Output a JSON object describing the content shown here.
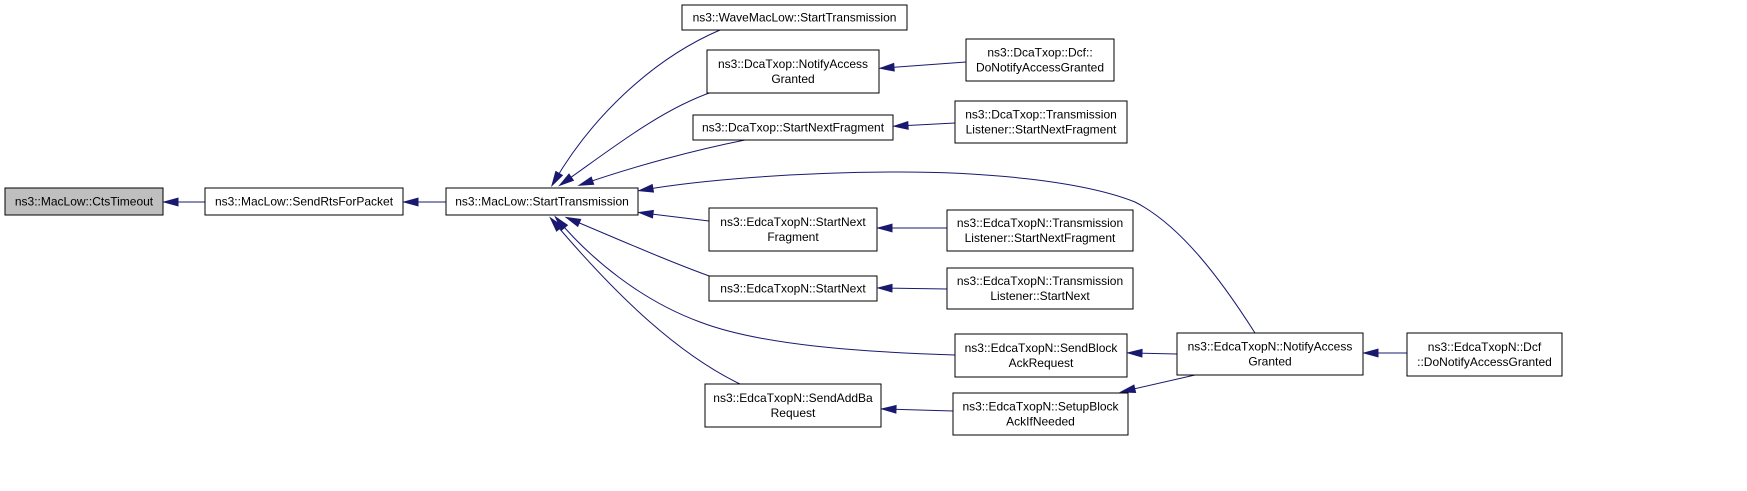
{
  "diagram": {
    "type": "call-graph",
    "colors": {
      "edge": "#191970",
      "root_fill": "#bfbfbf",
      "node_fill": "#ffffff",
      "border": "#000000"
    },
    "nodes": [
      {
        "id": "cts_timeout",
        "lines": [
          "ns3::MacLow::CtsTimeout"
        ],
        "root": true
      },
      {
        "id": "send_rts",
        "lines": [
          "ns3::MacLow::SendRtsForPacket"
        ]
      },
      {
        "id": "start_tx",
        "lines": [
          "ns3::MacLow::StartTransmission"
        ]
      },
      {
        "id": "wave_start_tx",
        "lines": [
          "ns3::WaveMacLow::StartTransmission"
        ]
      },
      {
        "id": "dca_notify",
        "lines": [
          "ns3::DcaTxop::NotifyAccess",
          "Granted"
        ]
      },
      {
        "id": "dca_start_next_frag",
        "lines": [
          "ns3::DcaTxop::StartNextFragment"
        ]
      },
      {
        "id": "edca_start_next_frag",
        "lines": [
          "ns3::EdcaTxopN::StartNext",
          "Fragment"
        ]
      },
      {
        "id": "edca_start_next",
        "lines": [
          "ns3::EdcaTxopN::StartNext"
        ]
      },
      {
        "id": "edca_send_block_ack",
        "lines": [
          "ns3::EdcaTxopN::SendBlock",
          "AckRequest"
        ]
      },
      {
        "id": "edca_send_addba",
        "lines": [
          "ns3::EdcaTxopN::SendAddBa",
          "Request"
        ]
      },
      {
        "id": "dca_dcf_notify",
        "lines": [
          "ns3::DcaTxop::Dcf::",
          "DoNotifyAccessGranted"
        ]
      },
      {
        "id": "dca_tl_start_next_frag",
        "lines": [
          "ns3::DcaTxop::Transmission",
          "Listener::StartNextFragment"
        ]
      },
      {
        "id": "edca_tl_start_next_frag",
        "lines": [
          "ns3::EdcaTxopN::Transmission",
          "Listener::StartNextFragment"
        ]
      },
      {
        "id": "edca_tl_start_next",
        "lines": [
          "ns3::EdcaTxopN::Transmission",
          "Listener::StartNext"
        ]
      },
      {
        "id": "edca_notify",
        "lines": [
          "ns3::EdcaTxopN::NotifyAccess",
          "Granted"
        ]
      },
      {
        "id": "edca_setup_block",
        "lines": [
          "ns3::EdcaTxopN::SetupBlock",
          "AckIfNeeded"
        ]
      },
      {
        "id": "edca_dcf_notify",
        "lines": [
          "ns3::EdcaTxopN::Dcf",
          "::DoNotifyAccessGranted"
        ]
      }
    ],
    "edges": [
      {
        "from": "send_rts",
        "to": "cts_timeout"
      },
      {
        "from": "start_tx",
        "to": "send_rts"
      },
      {
        "from": "wave_start_tx",
        "to": "start_tx"
      },
      {
        "from": "dca_notify",
        "to": "start_tx"
      },
      {
        "from": "dca_start_next_frag",
        "to": "start_tx"
      },
      {
        "from": "edca_notify",
        "to": "start_tx"
      },
      {
        "from": "edca_start_next_frag",
        "to": "start_tx"
      },
      {
        "from": "edca_start_next",
        "to": "start_tx"
      },
      {
        "from": "edca_send_block_ack",
        "to": "start_tx"
      },
      {
        "from": "edca_send_addba",
        "to": "start_tx"
      },
      {
        "from": "dca_dcf_notify",
        "to": "dca_notify"
      },
      {
        "from": "dca_tl_start_next_frag",
        "to": "dca_start_next_frag"
      },
      {
        "from": "edca_tl_start_next_frag",
        "to": "edca_start_next_frag"
      },
      {
        "from": "edca_tl_start_next",
        "to": "edca_start_next"
      },
      {
        "from": "edca_notify",
        "to": "edca_send_block_ack"
      },
      {
        "from": "edca_setup_block",
        "to": "edca_send_addba"
      },
      {
        "from": "edca_notify",
        "to": "edca_setup_block"
      },
      {
        "from": "edca_dcf_notify",
        "to": "edca_notify"
      }
    ]
  }
}
